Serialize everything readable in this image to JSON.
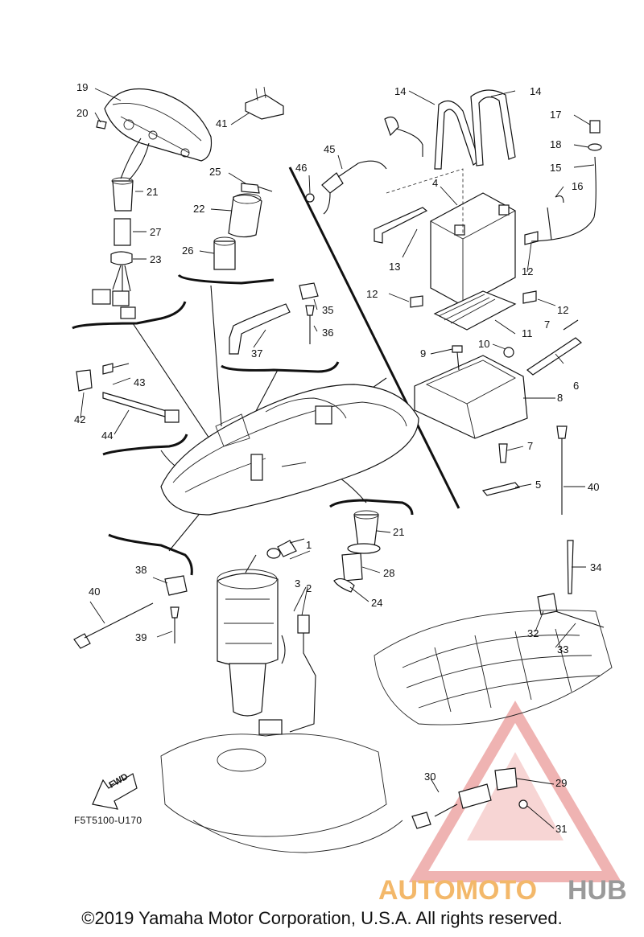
{
  "diagram_code": "F5T5100-U170",
  "fwd_label": "FWD",
  "copyright": "©2019 Yamaha Motor Corporation, U.S.A. All rights reserved.",
  "watermark": {
    "part1": "AUTOMOTO",
    "part2": "HUB",
    "color_primary": "#e8807e",
    "color_text": "#f3b86a",
    "color_text2": "#9a9a9a"
  },
  "callouts": {
    "c1": "1",
    "c2": "2",
    "c3": "3",
    "c4": "4",
    "c5": "5",
    "c6": "6",
    "c7a": "7",
    "c7b": "7",
    "c8": "8",
    "c9": "9",
    "c10": "10",
    "c11": "11",
    "c12a": "12",
    "c12b": "12",
    "c12c": "12",
    "c13": "13",
    "c14a": "14",
    "c14b": "14",
    "c15": "15",
    "c16": "16",
    "c17": "17",
    "c18": "18",
    "c19": "19",
    "c20": "20",
    "c21a": "21",
    "c21b": "21",
    "c22": "22",
    "c23": "23",
    "c24": "24",
    "c25": "25",
    "c26": "26",
    "c27": "27",
    "c28": "28",
    "c29": "29",
    "c30": "30",
    "c31": "31",
    "c32": "32",
    "c33": "33",
    "c34": "34",
    "c35": "35",
    "c36": "36",
    "c37": "37",
    "c38": "38",
    "c39": "39",
    "c40a": "40",
    "c40b": "40",
    "c41": "41",
    "c42": "42",
    "c43": "43",
    "c44": "44",
    "c45": "45",
    "c46": "46"
  }
}
